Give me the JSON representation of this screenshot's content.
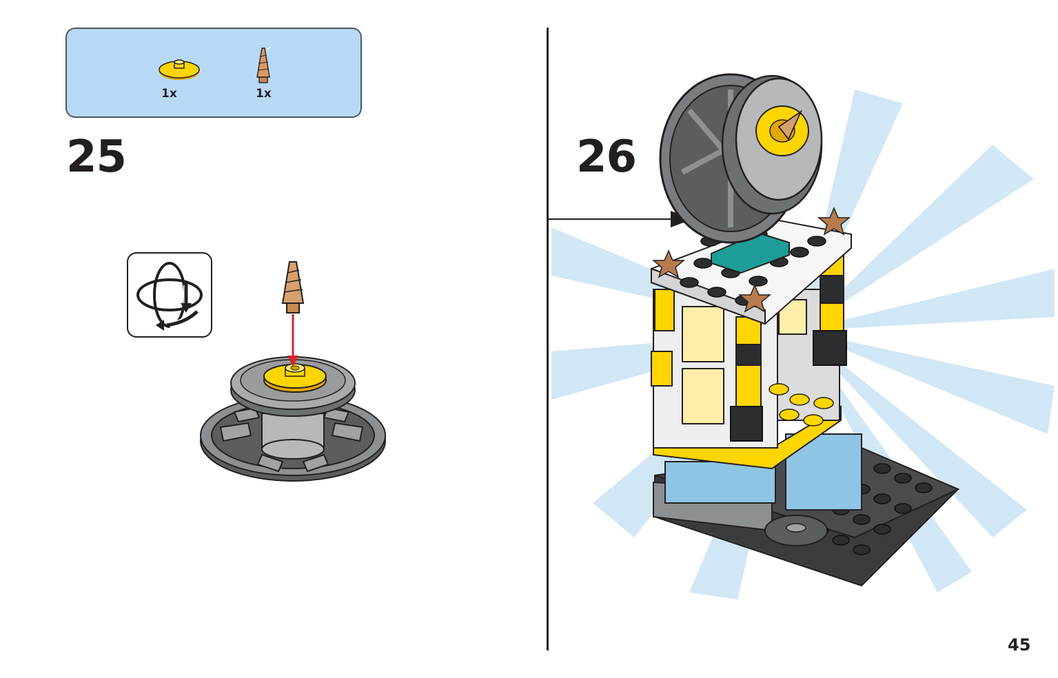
{
  "parts_panel": {
    "items": [
      {
        "icon": "yellow-dish-plate-icon",
        "quantity": "1x",
        "color": "#ffd500"
      },
      {
        "icon": "tan-cone-horn-icon",
        "quantity": "1x",
        "color": "#d89a63"
      }
    ],
    "background": "#b7d9f6"
  },
  "steps": [
    {
      "number": "25",
      "icon": "rotate-model-icon"
    },
    {
      "number": "26"
    }
  ],
  "page": {
    "number": "45"
  },
  "colors": {
    "yellow": "#ffd500",
    "tan": "#d6a06c",
    "light_gray": "#a0a2a4",
    "dark_gray": "#5b5e60",
    "light_blue": "#8ec5e4",
    "arrow_red": "#d4262c",
    "teal": "#1e9d97"
  }
}
